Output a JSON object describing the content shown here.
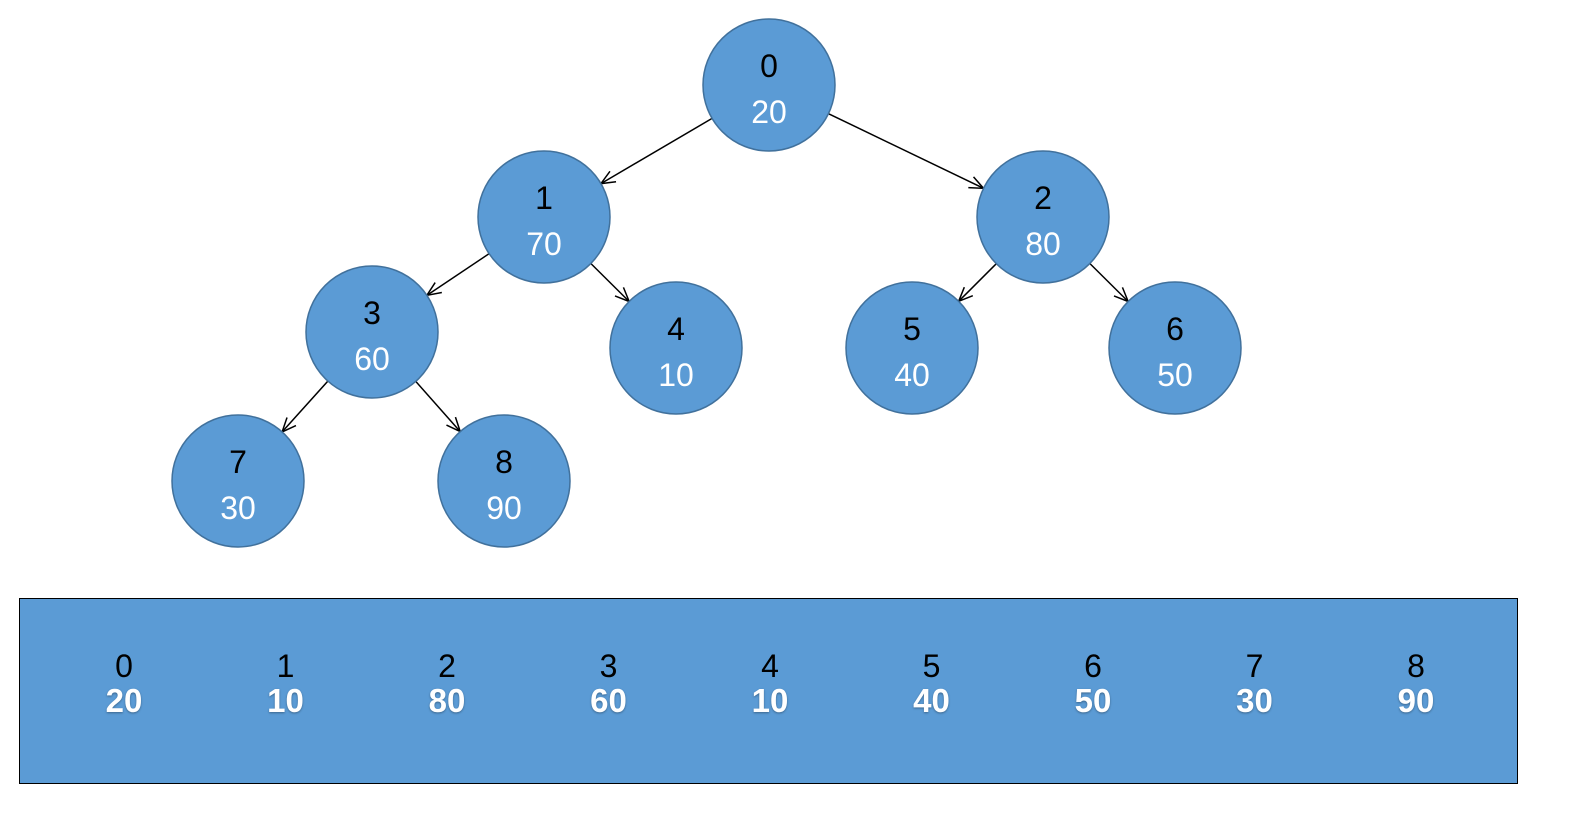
{
  "colors": {
    "node_fill": "#5b9bd5",
    "node_stroke": "#41719c",
    "strip_fill": "#5b9bd5",
    "index_text": "#000000",
    "value_text": "#ffffff"
  },
  "tree": {
    "nodes": [
      {
        "index": "0",
        "value": "20"
      },
      {
        "index": "1",
        "value": "70"
      },
      {
        "index": "2",
        "value": "80"
      },
      {
        "index": "3",
        "value": "60"
      },
      {
        "index": "4",
        "value": "10"
      },
      {
        "index": "5",
        "value": "40"
      },
      {
        "index": "6",
        "value": "50"
      },
      {
        "index": "7",
        "value": "30"
      },
      {
        "index": "8",
        "value": "90"
      }
    ],
    "edges": [
      {
        "from": 0,
        "to": 1
      },
      {
        "from": 0,
        "to": 2
      },
      {
        "from": 1,
        "to": 3
      },
      {
        "from": 1,
        "to": 4
      },
      {
        "from": 2,
        "to": 5
      },
      {
        "from": 2,
        "to": 6
      },
      {
        "from": 3,
        "to": 7
      },
      {
        "from": 3,
        "to": 8
      }
    ]
  },
  "array": {
    "cells": [
      {
        "index": "0",
        "value": "20"
      },
      {
        "index": "1",
        "value": "10"
      },
      {
        "index": "2",
        "value": "80"
      },
      {
        "index": "3",
        "value": "60"
      },
      {
        "index": "4",
        "value": "10"
      },
      {
        "index": "5",
        "value": "40"
      },
      {
        "index": "6",
        "value": "50"
      },
      {
        "index": "7",
        "value": "30"
      },
      {
        "index": "8",
        "value": "90"
      }
    ]
  }
}
